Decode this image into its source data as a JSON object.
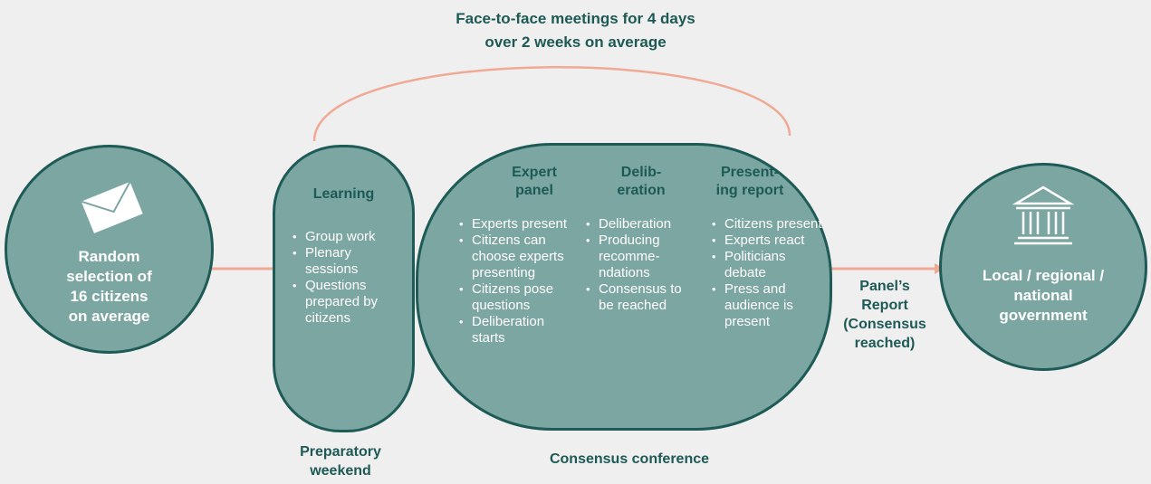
{
  "top_caption": {
    "line1": "Face-to-face meetings for 4 days",
    "line2": "over 2 weeks on average"
  },
  "random_selection": {
    "icon": "envelope-icon",
    "lines": [
      "Random",
      "selection of",
      "16 citizens",
      "on average"
    ]
  },
  "learning": {
    "title": "Learning",
    "bullets": [
      "Group work",
      "Plenary sessions",
      "Questions prepared by citizens"
    ]
  },
  "conference": {
    "columns": [
      {
        "title_lines": [
          "Expert",
          "panel"
        ],
        "bullets": [
          "Experts present",
          "Citizens can choose experts presenting",
          "Citizens pose questions",
          "Deliberation starts"
        ]
      },
      {
        "title_lines": [
          "Delib-",
          "eration"
        ],
        "bullets": [
          "Deliberation",
          "Producing recomme-ndations",
          "Consensus to be reached"
        ]
      },
      {
        "title_lines": [
          "Present-",
          "ing report"
        ],
        "bullets": [
          "Citizens present",
          "Experts react",
          "Politicians debate",
          "Press and audience is present"
        ]
      }
    ]
  },
  "panel_report": {
    "lines": [
      "Panel’s",
      "Report",
      "(Consensus",
      "reached)"
    ]
  },
  "government": {
    "icon": "government-building-icon",
    "lines": [
      "Local / regional /",
      "national",
      "government"
    ]
  },
  "bottom_labels": {
    "preparatory_line1": "Preparatory",
    "preparatory_line2": "weekend",
    "conference": "Consensus conference"
  },
  "colors": {
    "fill": "#7ca6a2",
    "border": "#1f5b56",
    "text_green": "#1d5a55",
    "arrow": "#f0a994",
    "background": "#efefef"
  }
}
